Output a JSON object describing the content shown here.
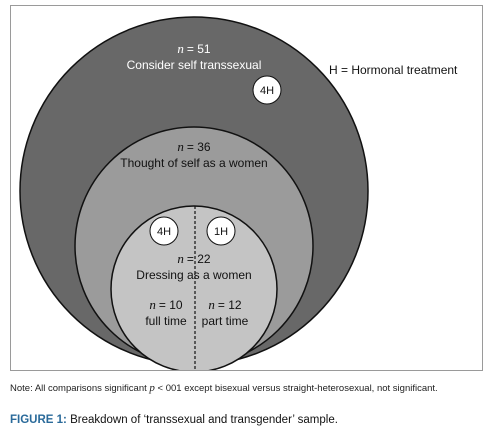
{
  "diagram": {
    "legend": "H = Hormonal treatment",
    "outer": {
      "n_label": "n",
      "n_value": "= 51",
      "label": "Consider self transsexual",
      "badge": "4H"
    },
    "middle": {
      "n_label": "n",
      "n_value": "= 36",
      "label": "Thought of self as a women"
    },
    "inner": {
      "n_label": "n",
      "n_value": "= 22",
      "label": "Dressing as a women",
      "badge_left": "4H",
      "badge_right": "1H",
      "left": {
        "n_label": "n",
        "n_value": "= 10",
        "label": "full time"
      },
      "right": {
        "n_label": "n",
        "n_value": "= 12",
        "label": "part time"
      }
    }
  },
  "note": {
    "prefix": "Note: All comparisons significant ",
    "p": "p",
    "suffix": " < 001 except bisexual versus straight-heterosexual, not significant."
  },
  "caption": {
    "label": "FIGURE 1:",
    "text": " Breakdown of ‘transsexual and transgender’ sample."
  },
  "colors": {
    "outer": "#686868",
    "middle": "#9b9b9b",
    "inner": "#c4c4c4",
    "stroke": "#111111"
  }
}
